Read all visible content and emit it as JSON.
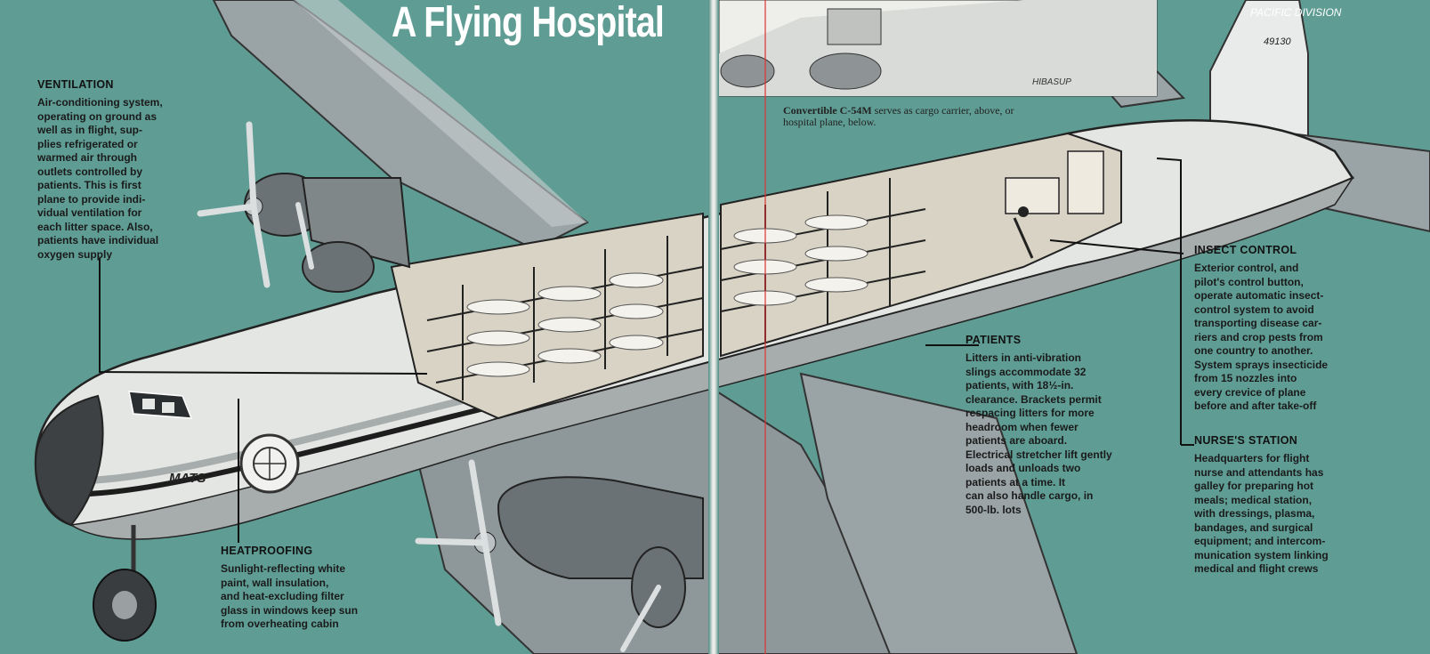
{
  "title": "A Flying Hospital",
  "fuselage_marking": "MATS",
  "tail_marking": "PACIFIC DIVISION",
  "tail_number": "49130",
  "artist_signature": "HIBASUP",
  "caption": {
    "bold": "Convertible C-54M",
    "text": " serves as cargo carrier, above, or hospital plane, below."
  },
  "callouts": {
    "ventilation": {
      "heading": "VENTILATION",
      "body": "Air-conditioning system,\noperating on ground as\nwell as in flight, sup-\nplies refrigerated or\nwarmed air through\noutlets controlled by\npatients. This is first\nplane to provide indi-\nvidual ventilation for\neach litter space. Also,\npatients have individual\noxygen supply"
    },
    "heatproofing": {
      "heading": "HEATPROOFING",
      "body": "Sunlight-reflecting white\npaint, wall insulation,\nand heat-excluding filter\nglass in windows keep sun\nfrom overheating cabin"
    },
    "patients": {
      "heading": "PATIENTS",
      "body": "Litters in anti-vibration\nslings accommodate 32\npatients, with 18½-in.\nclearance. Brackets permit\nrespacing litters for more\nheadroom when fewer\npatients are aboard.\nElectrical stretcher lift gently\nloads and unloads two\npatients at a time. It\ncan also handle cargo, in\n500-lb. lots"
    },
    "insect_control": {
      "heading": "INSECT CONTROL",
      "body": "Exterior control, and\npilot's control button,\noperate automatic insect-\ncontrol system to avoid\ntransporting disease car-\nriers and crop pests from\none country to another.\nSystem sprays insecticide\nfrom 15 nozzles into\nevery crevice of plane\nbefore and after take-off"
    },
    "nurses_station": {
      "heading": "NURSE'S STATION",
      "body": "Headquarters for flight\nnurse and attendants has\ngalley for preparing hot\nmeals; medical station,\nwith dressings, plasma,\nbandages, and surgical\nequipment; and intercom-\nmunication system linking\nmedical and flight crews"
    }
  }
}
